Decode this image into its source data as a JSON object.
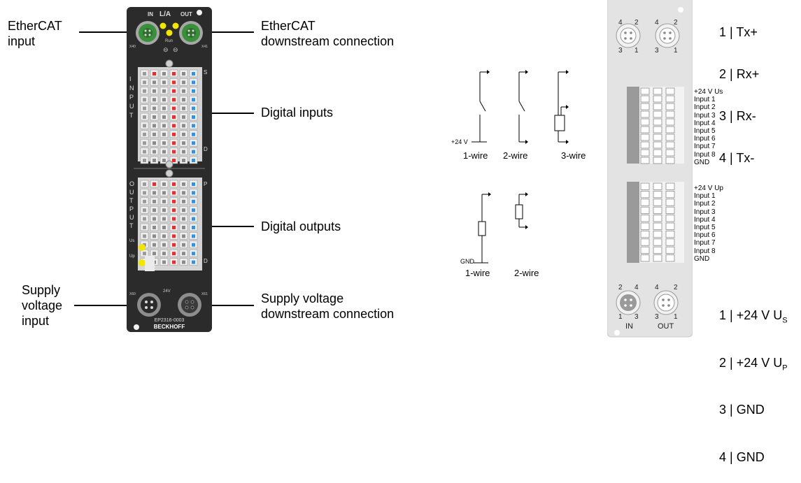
{
  "left_labels": {
    "ethercat_input": [
      "EtherCAT",
      "input"
    ],
    "ethercat_downstream": [
      "EtherCAT",
      "downstream connection"
    ],
    "digital_inputs": "Digital inputs",
    "digital_outputs": "Digital outputs",
    "supply_input": [
      "Supply",
      "voltage",
      "input"
    ],
    "supply_downstream": [
      "Supply voltage",
      "downstream connection"
    ]
  },
  "module": {
    "model": "EP2316-0003",
    "brand": "BECKHOFF",
    "la_label": "L/A",
    "in_label": "IN",
    "out_label": "OUT",
    "run_label": "Run",
    "x40": "X40",
    "x41": "X41",
    "x60": "X60",
    "x61": "X61",
    "volt_label": "24V",
    "input_letters": [
      "I",
      "N",
      "P",
      "U",
      "T"
    ],
    "output_letters": [
      "O",
      "U",
      "T",
      "P",
      "U",
      "T"
    ],
    "us_label": "Us",
    "up_label": "Up",
    "pin_s": "S",
    "pin_p": "P",
    "pin_d": "D",
    "colors": {
      "body": "#2b2b2b",
      "led_yellow": "#f2e600",
      "connector_green": "#3a8f3a",
      "pin_red": "#e03030",
      "pin_blue": "#3b8fd6"
    }
  },
  "wiring": {
    "inputs_diagram": {
      "voltage": "+24 V",
      "labels": [
        "1-wire",
        "2-wire",
        "3-wire"
      ]
    },
    "outputs_diagram": {
      "ground": "GND",
      "labels": [
        "1-wire",
        "2-wire"
      ]
    }
  },
  "right_module": {
    "top_conn_pins": [
      "4",
      "2",
      "3",
      "1",
      "4",
      "2",
      "3",
      "1"
    ],
    "bottom_conn_pins": [
      "2",
      "4",
      "1",
      "3",
      "4",
      "2",
      "3",
      "1"
    ],
    "in_label": "IN",
    "out_label": "OUT",
    "input_block_labels": [
      "+24 V Us",
      "Input 1",
      "Input 2",
      "Input 3",
      "Input 4",
      "Input 5",
      "Input 6",
      "Input 7",
      "Input 8",
      "GND"
    ],
    "output_block_labels": [
      "+24 V Up",
      "Input 1",
      "Input 2",
      "Input 3",
      "Input 4",
      "Input 5",
      "Input 6",
      "Input 7",
      "Input 8",
      "GND"
    ]
  },
  "pinout_ethercat": [
    "1 | Tx+",
    "2 | Rx+",
    "3 | Rx-",
    "4 | Tx-"
  ],
  "pinout_power": [
    {
      "prefix": "1 | +24 V U",
      "sub": "S"
    },
    {
      "prefix": "2 | +24 V U",
      "sub": "P"
    },
    {
      "prefix": "3 | GND",
      "sub": ""
    },
    {
      "prefix": "4 | GND",
      "sub": ""
    }
  ]
}
